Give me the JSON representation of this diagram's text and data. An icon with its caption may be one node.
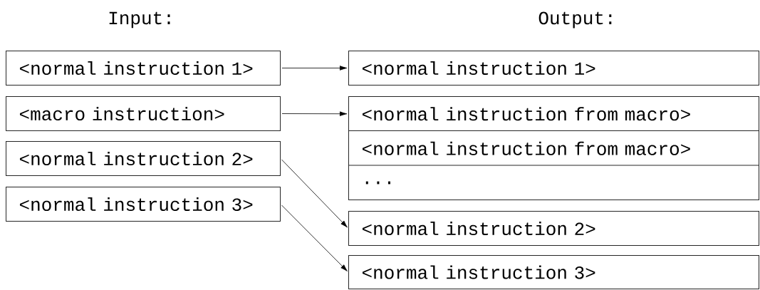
{
  "diagram": {
    "nodes": [
      {
        "text": [
          "<normal instruction 1>"
        ]
      },
      {
        "text": [
          "<macro instruction>"
        ]
      },
      {
        "text": [
          "<normal instruction 2>"
        ]
      },
      {
        "text": [
          "<normal instruction 3>"
        ]
      },
      {
        "text": [
          "<normal instruction 1>"
        ]
      },
      {
        "text": [],
        "shape": "box"
      },
      {
        "text": [
          "<normal instruction from macro>"
        ],
        "in": 5
      },
      {
        "text": [
          "<normal instruction from macro>"
        ],
        "in": 5
      },
      {
        "text": [
          "..."
        ],
        "in": 5
      },
      {
        "text": [
          "<normal instruction 2>"
        ]
      },
      {
        "text": [
          "<normal instruction 3>"
        ]
      }
    ],
    "edges": [
      {
        "from": 0,
        "to": 4,
        "arrow": "to"
      },
      {
        "from": 1,
        "to": 6,
        "arrow": "to"
      },
      {
        "from": 2,
        "to": 9,
        "arrow": "to"
      },
      {
        "from": 3,
        "to": 10,
        "arrow": "to"
      }
    ],
    "labels": [
      "Input:",
      "Output:"
    ]
  }
}
